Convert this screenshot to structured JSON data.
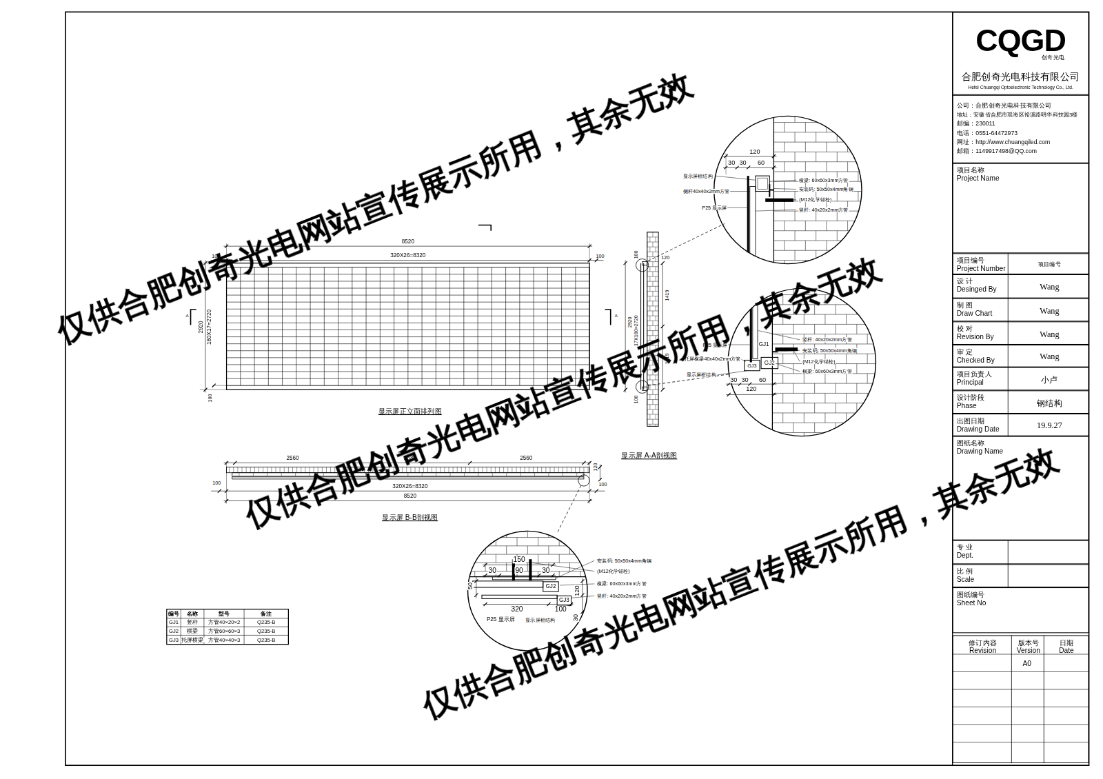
{
  "diagram": {
    "nodes": [
      {
        "text": [
          "CQGD",
          "创奇光电",
          "合肥创奇光电科技有限公司",
          "Hefei Chuangqi Optoelectronic Technology Co., Ltd."
        ]
      },
      {
        "text": [
          "公司：合肥创奇光电科技有限公司",
          "地址：安徽省合肥市瑶海区裕溪路明华科技园3楼",
          "邮编：230011",
          "电话：0551-64472973",
          "网址：http://www.chuangqiled.com",
          "邮箱：1149917498@QQ.com"
        ]
      },
      {
        "text": [
          "项目名称",
          "Project Name"
        ]
      },
      {
        "text": [
          "项目编号",
          "Project Number",
          "项目编号"
        ]
      },
      {
        "text": [
          "设 计",
          "Desinged By",
          "Wang"
        ]
      },
      {
        "text": [
          "制 图",
          "Draw Chart",
          "Wang"
        ]
      },
      {
        "text": [
          "校 对",
          "Revision By",
          "Wang"
        ]
      },
      {
        "text": [
          "审 定",
          "Checked By",
          "Wang"
        ]
      },
      {
        "text": [
          "项目负责人",
          "Principal",
          "小卢"
        ]
      },
      {
        "text": [
          "设计阶段",
          "Phase",
          "钢结构"
        ]
      },
      {
        "text": [
          "出图日期",
          "Drawing Date",
          "19.9.27"
        ]
      },
      {
        "text": [
          "图纸名称",
          "Drawing Name"
        ]
      },
      {
        "text": [
          "专 业",
          "Dept."
        ]
      },
      {
        "text": [
          "比 例",
          "Scale"
        ]
      },
      {
        "text": [
          "图纸编号",
          "Sheet No"
        ]
      },
      {
        "text": [
          "修订内容",
          "Revision",
          "版本号",
          "Version",
          "日期",
          "Date",
          "A0"
        ]
      }
    ],
    "labels": [
      "仅供合肥创奇光电网站宣传展示所用，其余无效",
      "仅供合肥创奇光电网站宣传展示所用，其余无效",
      "仅供合肥创奇光电网站宣传展示所用，其余无效",
      "8520",
      "320X26=8320",
      "100",
      "100",
      "2920",
      "160X17=2720",
      "100",
      "A",
      "A",
      "显示屏正立面排列图",
      "100",
      "120",
      "1419",
      "2920",
      "17X160=2720",
      "1419",
      "100",
      "显示屏 A-A剖视图",
      "120",
      "30",
      "30",
      "60",
      "显示屏框结构",
      "侧杆40x40x2mm方管",
      "P25 显示屏",
      "横梁: 60x60x3mm方管",
      "安装码: 50x50x4mm角钢",
      "(M12化学锚栓)",
      "竖杆: 40x20x2mm方管",
      "P25 显示屏",
      "GJ1",
      "竖杆: 40x20x2mm方管",
      "安装码: 50x50x4mm角钢",
      "托屏横梁40x40x2mm方管",
      "GJ2",
      "(M12化学锚栓)",
      "GJ3",
      "横梁: 60x60x3mm方管",
      "显示屏框结构",
      "30",
      "30",
      "60",
      "120",
      "2560",
      "2880",
      "2560",
      "120",
      "100",
      "320X26=8320",
      "100",
      "8520",
      "显示屏 B-B剖视图",
      "150",
      "30",
      "90",
      "30",
      "50",
      "GJ2",
      "120",
      "GJ3",
      "320",
      "100",
      "30",
      "P25 显示屏",
      "显示屏框结构",
      "安装码: 50x50x4mm角钢",
      "(M12化学锚栓)",
      "横梁: 60x60x3mm方管",
      "竖杆: 40x20x2mm方管",
      "编号",
      "名称",
      "型号",
      "备注",
      "GJ1",
      "竖杆",
      "方管40×20×2",
      "Q235-B",
      "GJ2",
      "横梁",
      "方管60×60×3",
      "Q235-B",
      "GJ3",
      "托屏横梁",
      "方管40×40×3",
      "Q235-B"
    ]
  }
}
